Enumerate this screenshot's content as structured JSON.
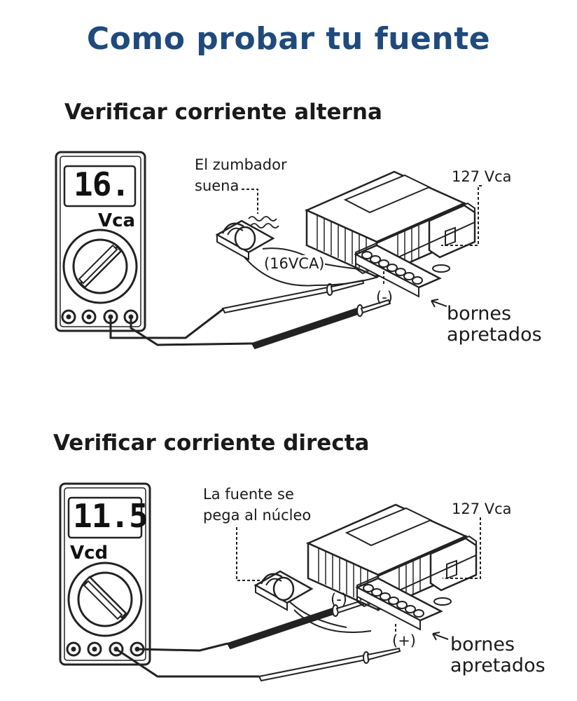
{
  "title": "Como probar tu fuente",
  "section_ac": {
    "heading": "Verificar corriente alterna",
    "display_value": "16.",
    "mode_label": "Vca",
    "note": "El zumbador\nsuena",
    "input_voltage": "127 Vca",
    "output_voltage": "(16VCA)",
    "terminal_negative": "(-)",
    "terminals_note": "bornes\napretados"
  },
  "section_dc": {
    "heading": "Verificar corriente directa",
    "display_value": "11.5",
    "mode_label": "Vcd",
    "note": "La fuente se\npega al núcleo",
    "input_voltage": "127 Vca",
    "terminal_negative": "(-)",
    "terminal_positive": "(+)",
    "terminals_note": "bornes\napretados"
  },
  "colors": {
    "title": "#1f4a7c",
    "ink": "#1a1a1a"
  }
}
